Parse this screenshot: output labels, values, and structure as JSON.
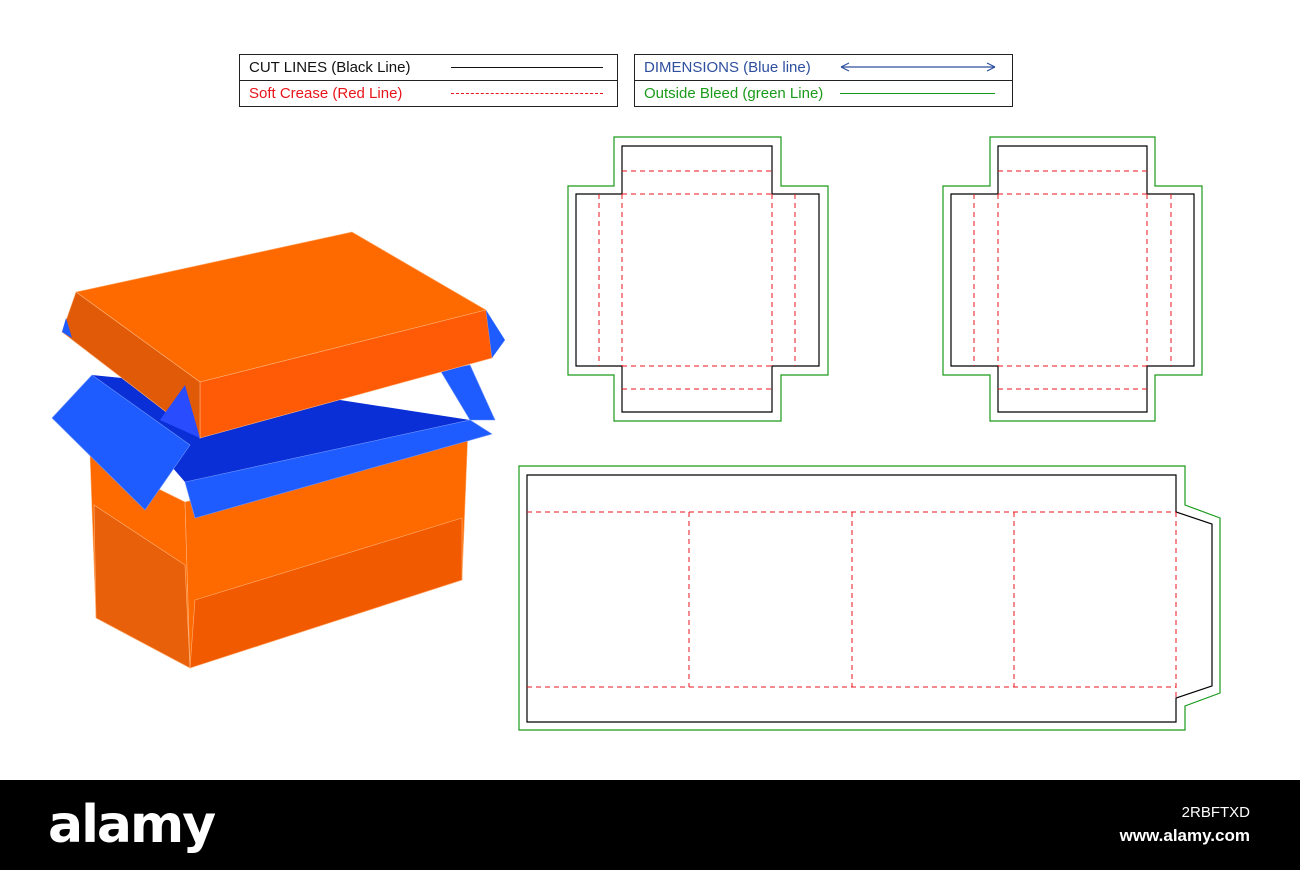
{
  "legend": {
    "left_box": [
      {
        "label": "CUT LINES (Black Line)",
        "color": "#000000",
        "line": "solid"
      },
      {
        "label": "Soft Crease (Red Line)",
        "color": "#e8141b",
        "line": "dashed"
      }
    ],
    "right_box": [
      {
        "label": "DIMENSIONS (Blue line)",
        "color": "#2e4f9e",
        "line": "arrow"
      },
      {
        "label": "Outside Bleed (green Line)",
        "color": "#1a9a1a",
        "line": "solid"
      }
    ]
  },
  "colors": {
    "cut": "#000000",
    "crease": "#e8141b",
    "bleed": "#1a9a1a",
    "box_orange": "#ff6a00",
    "box_orange_dark": "#e85a00",
    "box_blue": "#1e5cff",
    "box_blue_dark": "#0a2fd6"
  },
  "illustration": {
    "name": "3d-box-with-lid",
    "icon": "open-box-icon"
  },
  "dielines": [
    "lid-dieline",
    "base-dieline",
    "sleeve-dieline"
  ],
  "watermark": {
    "logo": "alamy",
    "image_id": "2RBFTXD",
    "url": "www.alamy.com"
  }
}
